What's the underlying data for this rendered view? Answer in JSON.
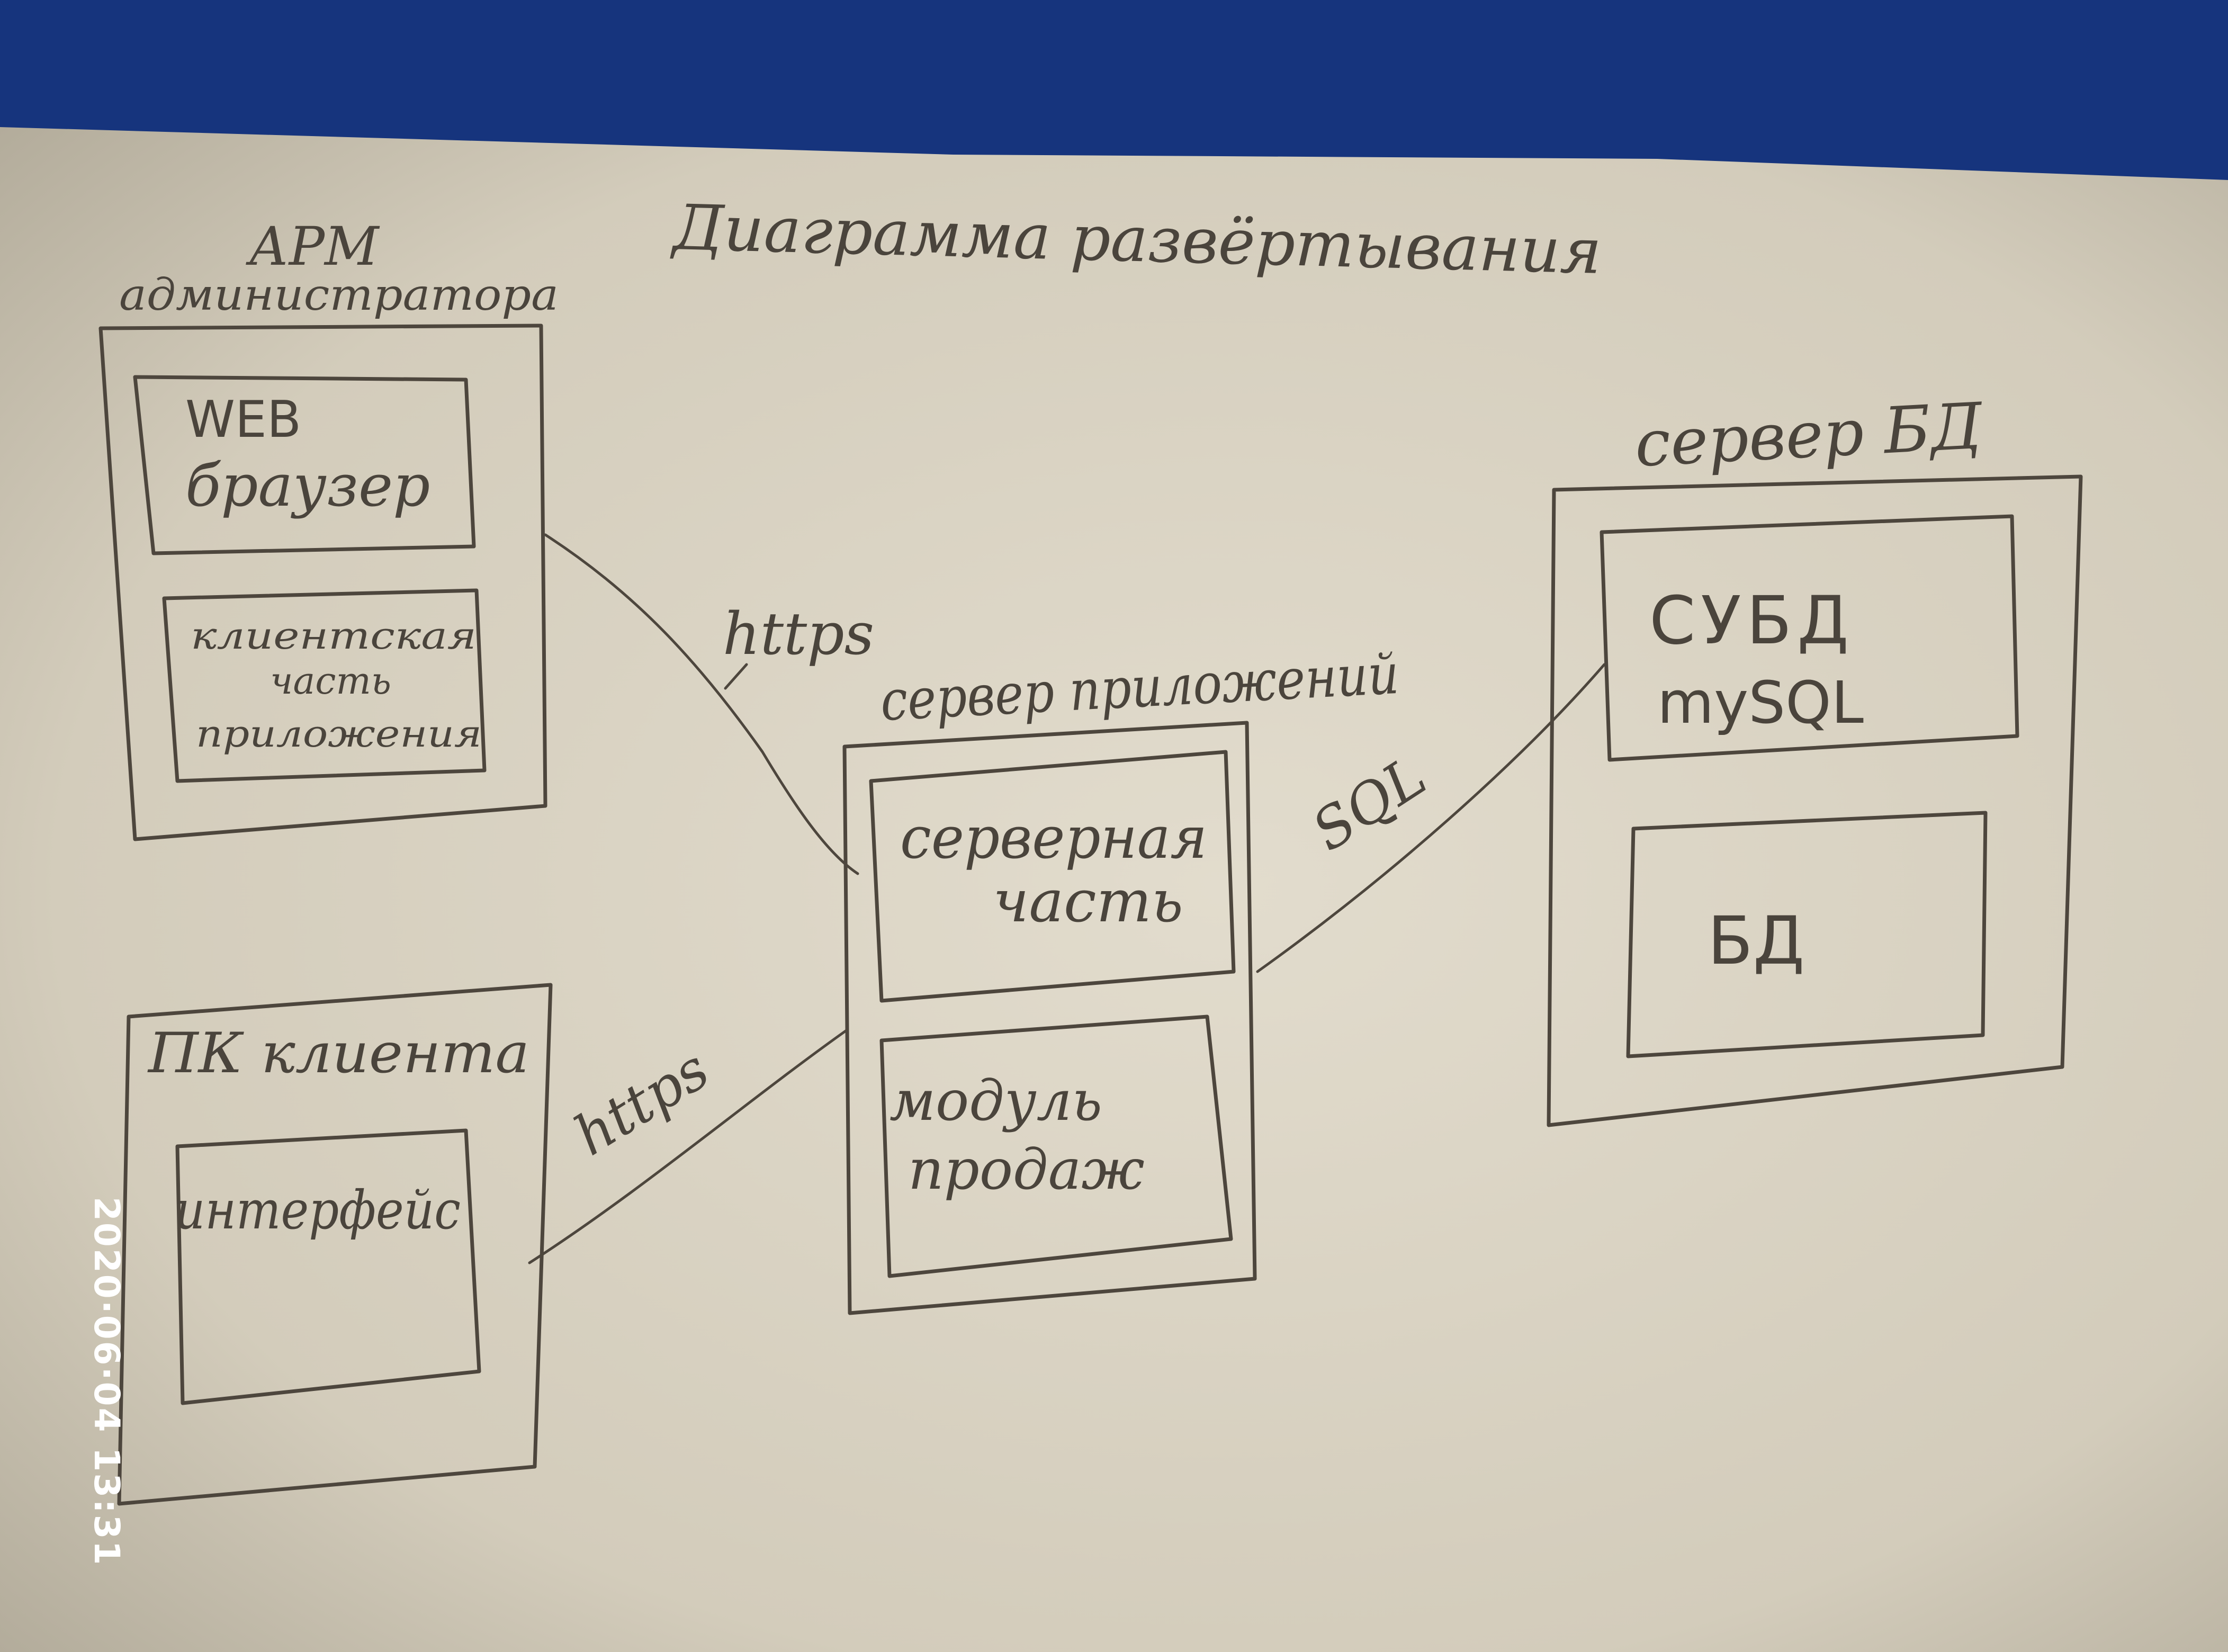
{
  "diagram": {
    "title": "Диаграмма развёртывания",
    "nodes": {
      "admin_workstation": {
        "label_line1": "АРМ",
        "label_line2": "администратора",
        "components": [
          {
            "line1": "WEB",
            "line2": "браузер"
          },
          {
            "line1": "клиентская",
            "line2": "часть",
            "line3": "приложения"
          }
        ]
      },
      "client_pc": {
        "label": "ПК клиента",
        "components": [
          {
            "line1": "интерфейс"
          }
        ]
      },
      "app_server": {
        "label": "сервер приложений",
        "components": [
          {
            "line1": "серверная",
            "line2": "часть"
          },
          {
            "line1": "модуль",
            "line2": "продаж"
          }
        ]
      },
      "db_server": {
        "label": "сервер БД",
        "components": [
          {
            "line1": "СУБД",
            "line2": "mySQL"
          },
          {
            "line1": "БД"
          }
        ]
      }
    },
    "connections": [
      {
        "from": "admin_workstation",
        "to": "app_server",
        "label": "https"
      },
      {
        "from": "client_pc",
        "to": "app_server",
        "label": "https"
      },
      {
        "from": "app_server",
        "to": "db_server",
        "label": "SQL"
      }
    ]
  },
  "camera_stamp": "2020·06·04 13:31",
  "colors": {
    "background": "#16347d",
    "paper": "#ded8c8",
    "ink": "#4a443c",
    "stamp": "#ffffff"
  }
}
